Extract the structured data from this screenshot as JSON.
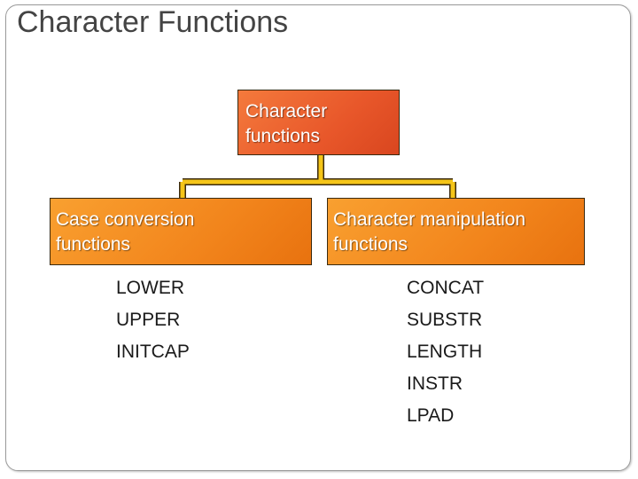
{
  "title": "Character Functions",
  "colors": {
    "root_fill": "#E8572A",
    "child_fill": "#F2851C",
    "connector": "#F5C518",
    "frame": "#9A9A9A"
  },
  "root": {
    "line1": "Character",
    "line2": "functions"
  },
  "branches": [
    {
      "label_line1": "Case conversion",
      "label_line2": "functions",
      "items": [
        "LOWER",
        "UPPER",
        "INITCAP"
      ]
    },
    {
      "label_line1": "Character manipulation",
      "label_line2": "functions",
      "items": [
        "CONCAT",
        "SUBSTR",
        "LENGTH",
        "INSTR",
        "LPAD"
      ]
    }
  ]
}
